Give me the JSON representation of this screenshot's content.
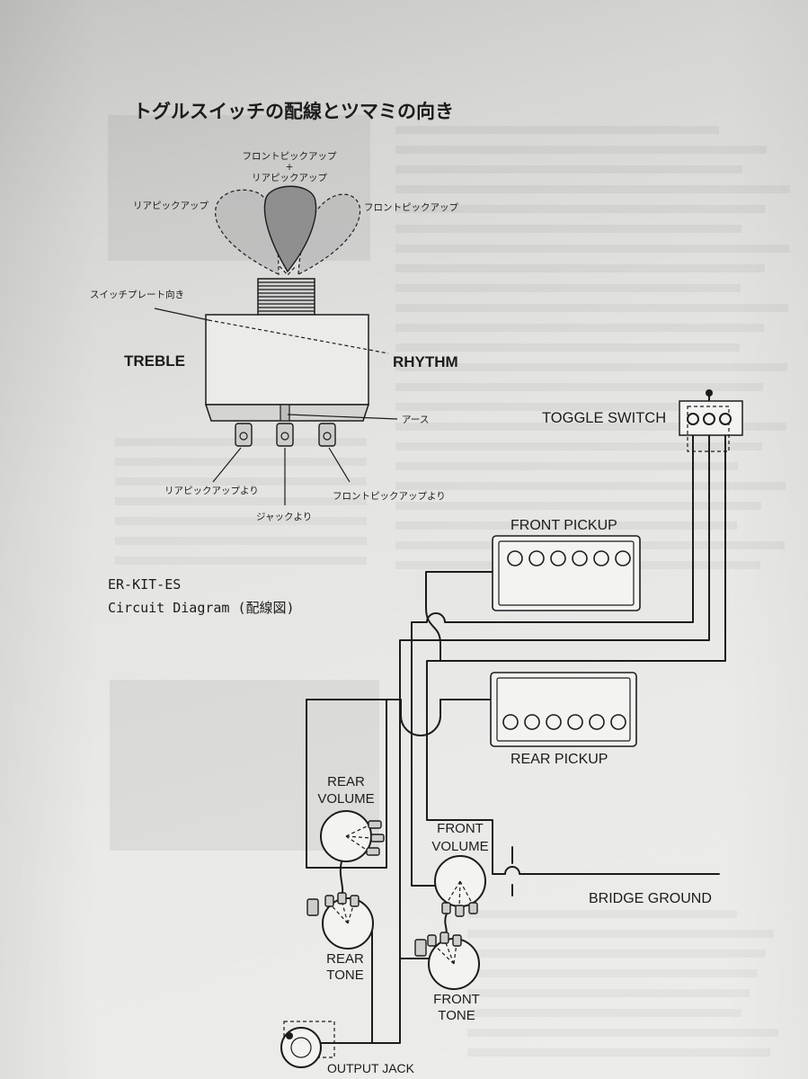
{
  "page": {
    "title": "トグルスイッチの配線とツマミの向き"
  },
  "toggle_detail": {
    "top_label": [
      "フロントピックアップ",
      "+",
      "リアピックアップ"
    ],
    "left_position_label": "リアピックアップ",
    "right_position_label": "フロントピックアップ",
    "plate_orientation_label": "スイッチプレート向き",
    "treble_label": "TREBLE",
    "rhythm_label": "RHYTHM",
    "ground_label": "アース",
    "from_rear_pickup": "リアピックアップより",
    "from_jack": "ジャックより",
    "from_front_pickup": "フロントピックアップより"
  },
  "circuit": {
    "model": "ER-KIT-ES",
    "subtitle": "Circuit Diagram (配線図)",
    "toggle_switch": "TOGGLE SWITCH",
    "front_pickup": {
      "label": "FRONT PICKUP",
      "pole_pieces": 6
    },
    "rear_pickup": {
      "label": "REAR PICKUP",
      "pole_pieces": 6
    },
    "rear_volume": [
      "REAR",
      "VOLUME"
    ],
    "front_volume": [
      "FRONT",
      "VOLUME"
    ],
    "rear_tone": [
      "REAR",
      "TONE"
    ],
    "front_tone": [
      "FRONT",
      "TONE"
    ],
    "bridge_ground": "BRIDGE GROUND",
    "output_jack": "OUTPUT JACK"
  },
  "colors": {
    "ink": "#1c1c1c",
    "part_fill": "#f3f3f1",
    "lever_center": "#8f8f8f",
    "lever_side": "#b9b9b9",
    "lug_fill": "#cdcdcb"
  }
}
